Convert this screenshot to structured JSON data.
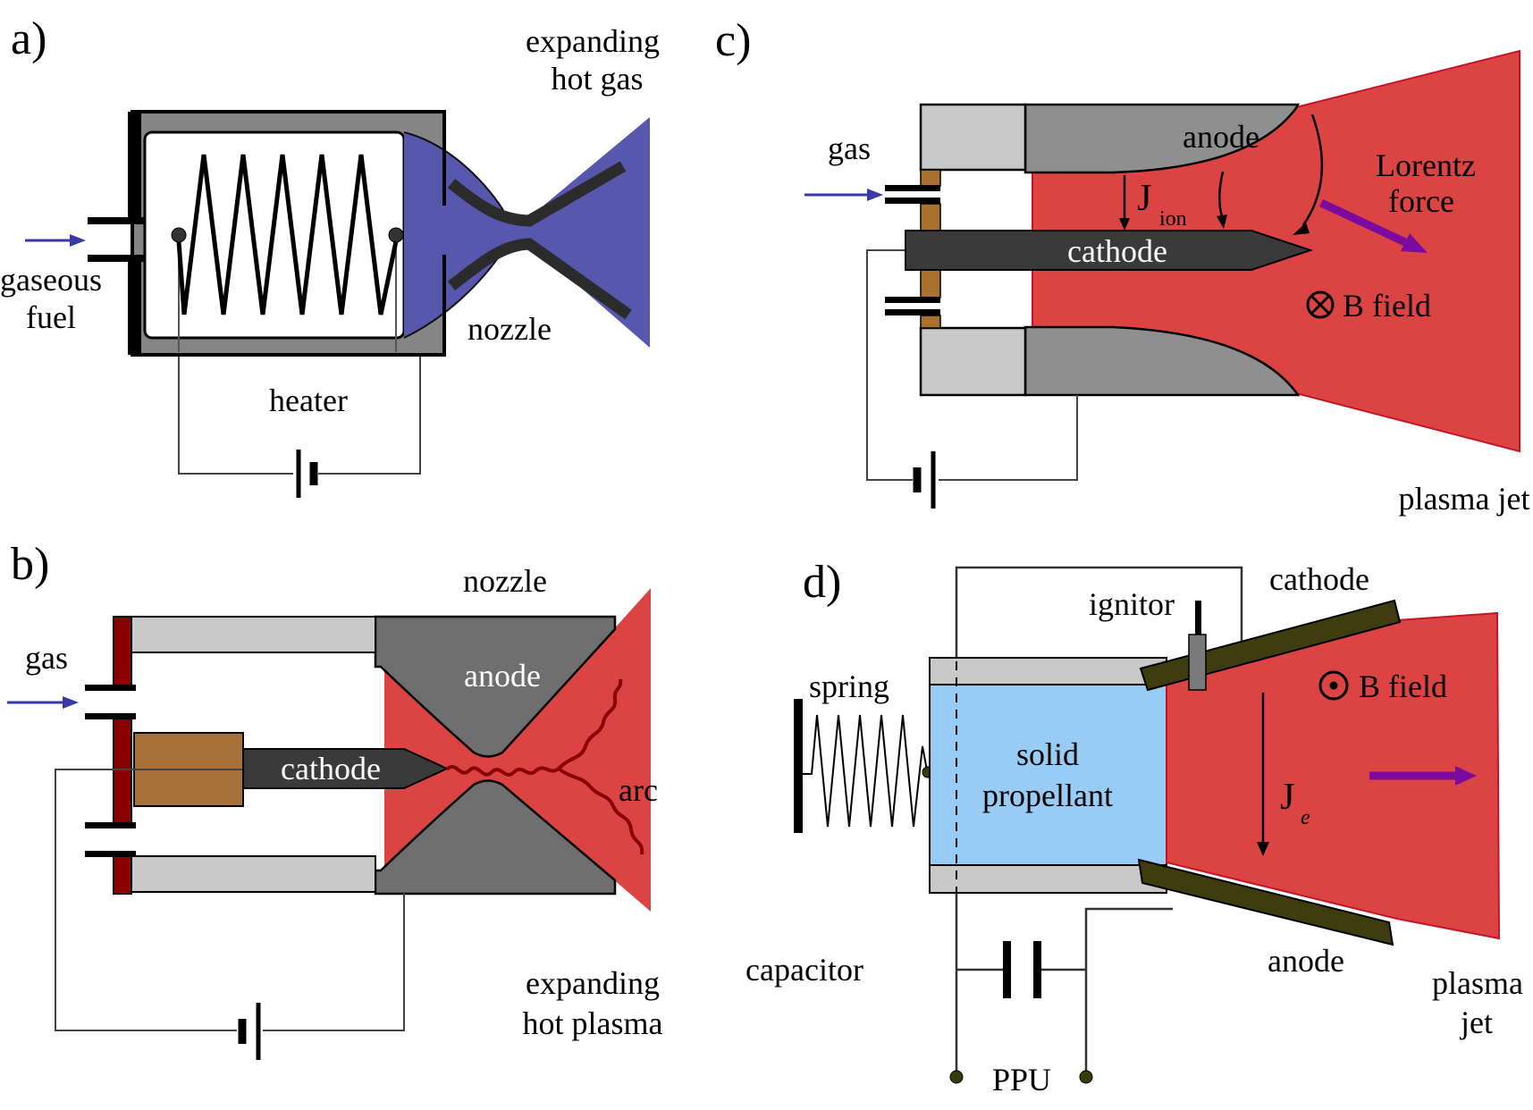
{
  "colors": {
    "hot_gas_blue": "#5757ae",
    "plasma_red": "#dc4444",
    "plasma_red_edge": "#c41425",
    "arc_dark_red": "#8b0000",
    "maroon_insulator": "#8b0000",
    "brown_insulator": "#a9713a",
    "propellant_blue": "#99ccf4",
    "electrode_olive": "#3f3d10",
    "purple_arrow": "#7d0a9e",
    "gas_arrow_blue": "#3939a6",
    "chamber_gray": "#858585",
    "light_gray": "#c9c9c9",
    "anode_gray": "#8f8f8f",
    "anode_dark_gray": "#6f6f6f",
    "cathode_dark": "#3a3a3a",
    "nozzle_lip_dark": "#2b2b2b",
    "ignitor_gray": "#7a7a7a"
  },
  "a": {
    "label": "a)",
    "expanding": "expanding",
    "hot_gas": "hot gas",
    "gaseous": "gaseous",
    "fuel": "fuel",
    "nozzle": "nozzle",
    "heater": "heater"
  },
  "b": {
    "label": "b)",
    "gas": "gas",
    "nozzle": "nozzle",
    "anode": "anode",
    "cathode": "cathode",
    "arc": "arc",
    "expanding": "expanding",
    "hot_plasma": "hot plasma"
  },
  "c": {
    "label": "c)",
    "gas": "gas",
    "anode": "anode",
    "cathode": "cathode",
    "current_j": "J",
    "current_sub": "ion",
    "lorentz": "Lorentz",
    "force": "force",
    "b_field": "B field",
    "plasma_jet": "plasma jet"
  },
  "d": {
    "label": "d)",
    "spring": "spring",
    "ignitor": "ignitor",
    "cathode": "cathode",
    "solid": "solid",
    "propellant": "propellant",
    "b_field": "B field",
    "current_j": "J",
    "current_sub": "e",
    "anode": "anode",
    "capacitor": "capacitor",
    "ppu": "PPU",
    "plasma": "plasma",
    "jet": "jet"
  }
}
